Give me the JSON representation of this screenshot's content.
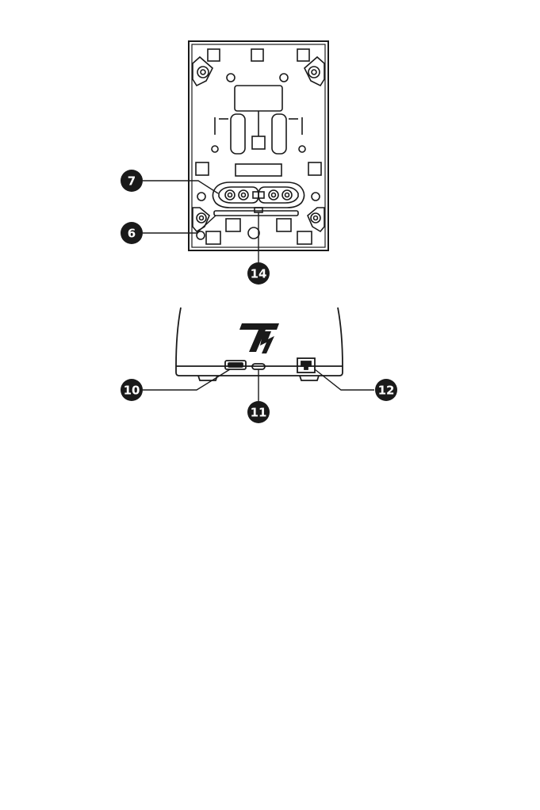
{
  "callouts": {
    "c7": "7",
    "c6": "6",
    "c14": "14",
    "c10": "10",
    "c11": "11",
    "c12": "12"
  },
  "colors": {
    "ink": "#1a1a1a",
    "paper": "#ffffff"
  },
  "icons": {
    "brand_logo": "thrustmaster-logo-icon"
  }
}
